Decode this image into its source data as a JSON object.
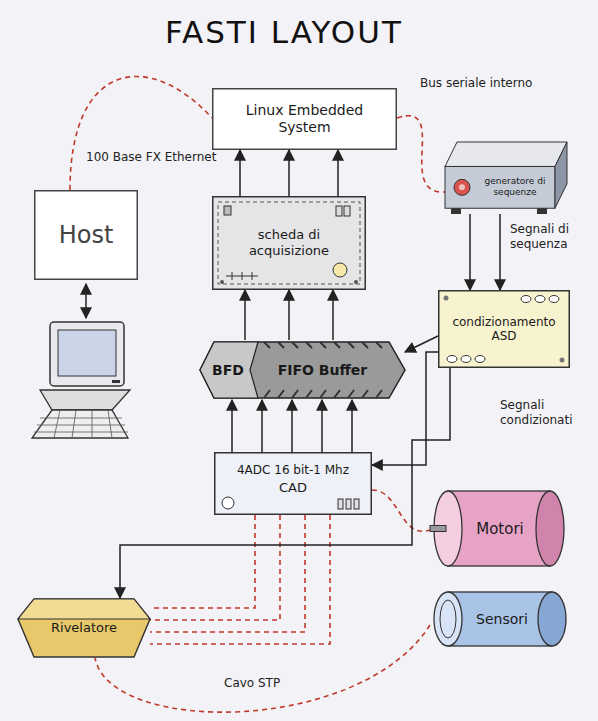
{
  "diagram": {
    "title": "FASTI LAYOUT",
    "nodes": [
      {
        "text": [
          "Linux Embedded System"
        ]
      },
      {
        "text": [
          "Host"
        ]
      },
      {
        "text": [
          "generatore di sequenze"
        ]
      },
      {
        "text": [
          "scheda di acquisizione"
        ]
      },
      {
        "text": [
          "condizionamento ASD"
        ]
      },
      {
        "text": [
          "BFD",
          "FIFO Buffer"
        ]
      },
      {
        "text": [
          "4ADC 16 bit-1 Mhz",
          "CAD"
        ]
      },
      {
        "text": [
          "Motori"
        ]
      },
      {
        "text": [
          "Sensori"
        ]
      },
      {
        "text": [
          "Rivelatore"
        ]
      }
    ],
    "edges": [
      {
        "from": 1,
        "to": 0,
        "arrow": "none"
      },
      {
        "from": 3,
        "to": 0,
        "arrow": "to"
      },
      {
        "from": 3,
        "to": 0,
        "arrow": "to"
      },
      {
        "from": 3,
        "to": 0,
        "arrow": "to"
      },
      {
        "from": 5,
        "to": 3,
        "arrow": "to"
      },
      {
        "from": 5,
        "to": 3,
        "arrow": "to"
      },
      {
        "from": 5,
        "to": 3,
        "arrow": "to"
      },
      {
        "from": 6,
        "to": 5,
        "arrow": "to"
      },
      {
        "from": 6,
        "to": 5,
        "arrow": "to"
      },
      {
        "from": 6,
        "to": 5,
        "arrow": "to"
      },
      {
        "from": 6,
        "to": 5,
        "arrow": "to"
      },
      {
        "from": 6,
        "to": 5,
        "arrow": "to"
      },
      {
        "from": 2,
        "to": 4,
        "arrow": "to"
      },
      {
        "from": 2,
        "to": 4,
        "arrow": "to"
      },
      {
        "from": 4,
        "to": 5,
        "arrow": "to"
      },
      {
        "from": 4,
        "to": 6,
        "arrow": "to"
      },
      {
        "from": 0,
        "to": 2,
        "arrow": "none"
      },
      {
        "from": 6,
        "to": 7,
        "arrow": "none"
      },
      {
        "from": 6,
        "to": 9,
        "arrow": "none"
      },
      {
        "from": 6,
        "to": 9,
        "arrow": "none"
      },
      {
        "from": 6,
        "to": 9,
        "arrow": "none"
      },
      {
        "from": 6,
        "to": 9,
        "arrow": "none"
      },
      {
        "from": 8,
        "to": 9,
        "arrow": "none"
      },
      {
        "from": 4,
        "to": 9,
        "arrow": "to"
      }
    ],
    "labels": [
      "Bus seriale interno",
      "100 Base FX Ethernet",
      "Segnali di sequenza",
      "Segnali condizionati",
      "Cavo STP"
    ]
  }
}
